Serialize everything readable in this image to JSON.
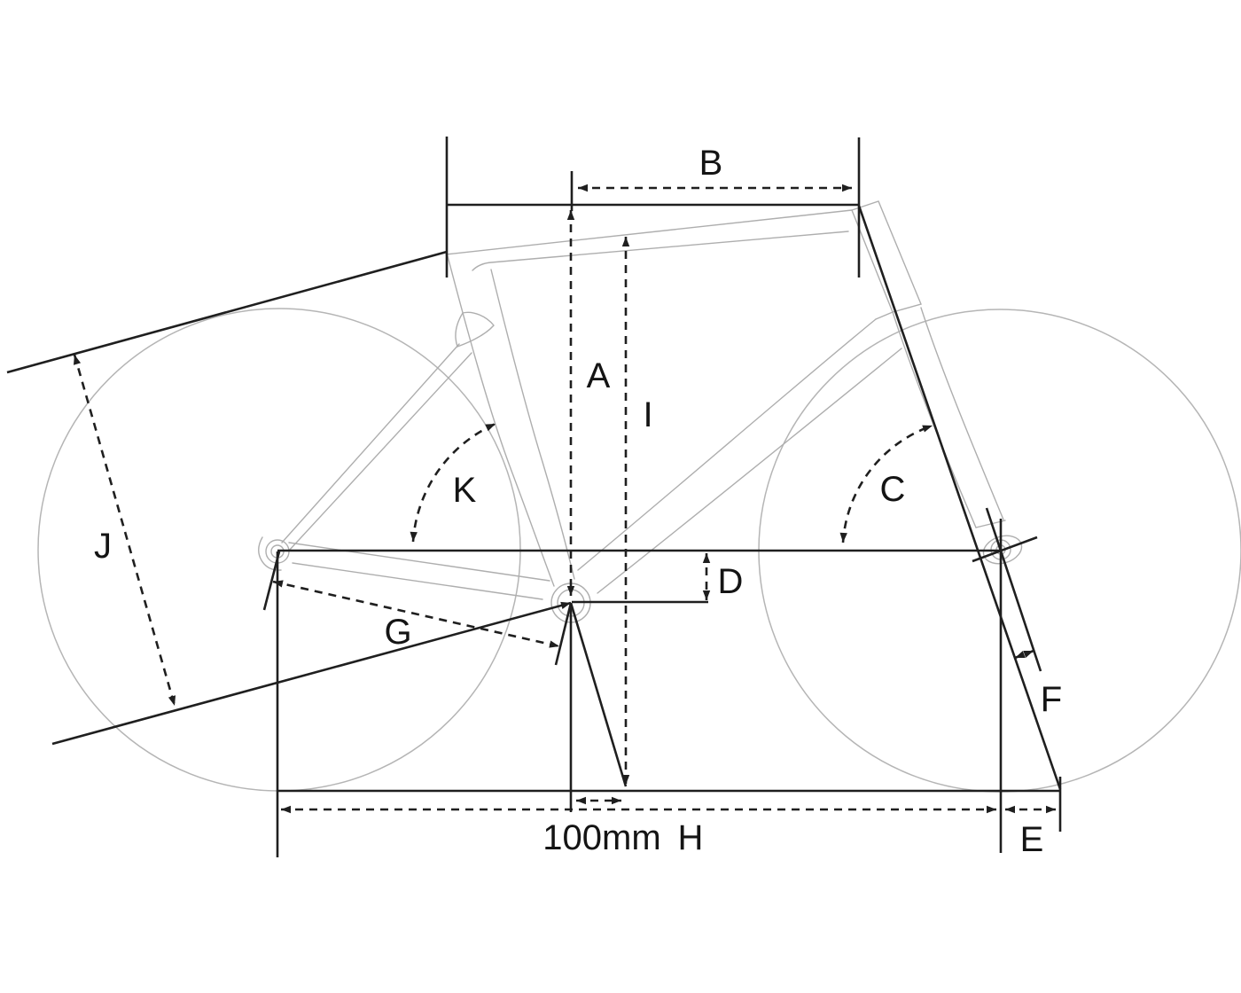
{
  "diagram": {
    "type": "bicycle-frame-geometry-diagram",
    "background": "#ffffff",
    "colors": {
      "dimension_line": "#1f1f1f",
      "frame_outline": "#aeaeae",
      "wheel_outline": "#b5b5b5",
      "label_text": "#141414"
    },
    "dimension_labels": {
      "a": "A",
      "b": "B",
      "c": "C",
      "d": "D",
      "e": "E",
      "f": "F",
      "g": "G",
      "h": "H",
      "i": "I",
      "j": "J",
      "k": "K",
      "bb_offset_note": "100mm"
    }
  }
}
